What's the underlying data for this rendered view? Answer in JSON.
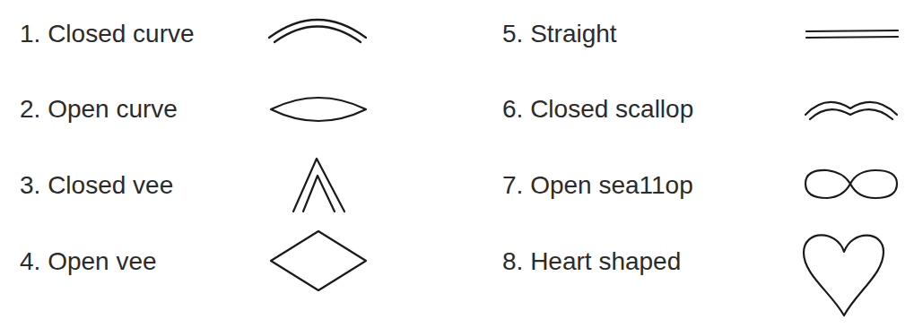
{
  "diagram": {
    "labels": [
      "1. Closed curve",
      "2. Open curve",
      "3. Closed vee",
      "4. Open vee",
      "5. Straight",
      "6. Closed scallop",
      "7. Open sea11op",
      "8. Heart shaped"
    ]
  }
}
